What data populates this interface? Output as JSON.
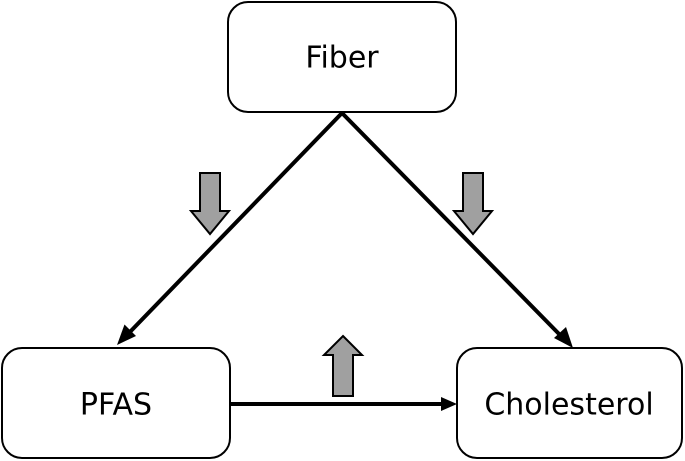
{
  "nodes": {
    "fiber": {
      "label": "Fiber"
    },
    "pfas": {
      "label": "PFAS"
    },
    "cholesterol": {
      "label": "Cholesterol"
    }
  },
  "edges": [
    {
      "from": "fiber",
      "to": "pfas",
      "effect": "down"
    },
    {
      "from": "fiber",
      "to": "cholesterol",
      "effect": "down"
    },
    {
      "from": "pfas",
      "to": "cholesterol",
      "effect": "up"
    }
  ],
  "colors": {
    "box_fill": "#ffffff",
    "box_stroke": "#000000",
    "edge": "#000000",
    "effect_arrow_fill": "#a0a0a0"
  }
}
